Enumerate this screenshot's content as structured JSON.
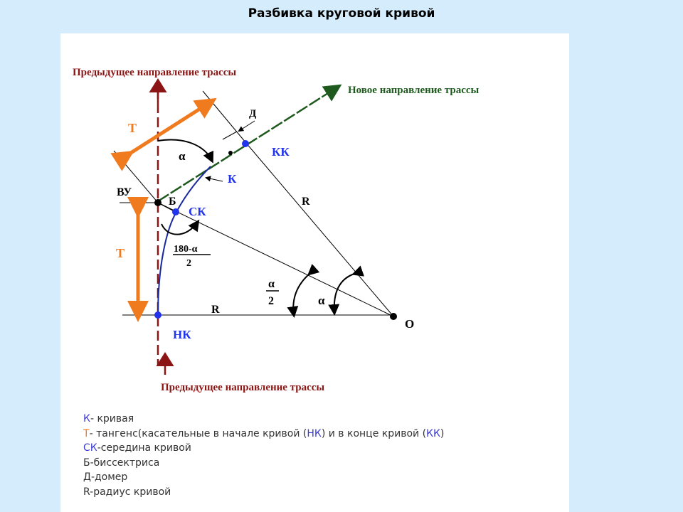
{
  "page": {
    "title": "Разбивка круговой кривой"
  },
  "diagram": {
    "labels": {
      "prev_direction_top": "Предыдущее направление трассы",
      "prev_direction_bottom": "Предыдущее направление трассы",
      "new_direction": "Новое направление трассы",
      "T_top": "Т",
      "T_left": "Т",
      "VU": "ВУ",
      "B": "Б",
      "SK": "СК",
      "K": "К",
      "KK": "КК",
      "NK": "НК",
      "D": "Д",
      "R_diag": "R",
      "R_horiz": "R",
      "O": "О",
      "alpha_top": "α",
      "alpha_right": "α",
      "half_alpha_num": "α",
      "half_alpha_den": "2",
      "angle_180_num": "180-α",
      "angle_180_den": "2"
    },
    "colors": {
      "prev_direction": "#8b1414",
      "new_direction": "#1e5a1e",
      "tangent": "#f07a1e",
      "curve": "#1a2a9c",
      "points": "#2233ee",
      "lines": "#000000"
    }
  },
  "legend": [
    {
      "abbr": "К",
      "abbr_color": "blue",
      "text": "- кривая"
    },
    {
      "abbr": "Т",
      "abbr_color": "orange",
      "text": "- тангенс(касательные в начале кривой (",
      "mid1": "НК",
      "mid_text": ") и в конце кривой (",
      "mid2": "КК",
      "end": ")"
    },
    {
      "abbr": "СК",
      "abbr_color": "blue",
      "text": "-середина кривой"
    },
    {
      "abbr": "",
      "abbr_color": "",
      "text": "Б-биссектриса"
    },
    {
      "abbr": "",
      "abbr_color": "",
      "text": "Д-домер"
    },
    {
      "abbr": "",
      "abbr_color": "",
      "text": "R-радиус кривой"
    }
  ]
}
